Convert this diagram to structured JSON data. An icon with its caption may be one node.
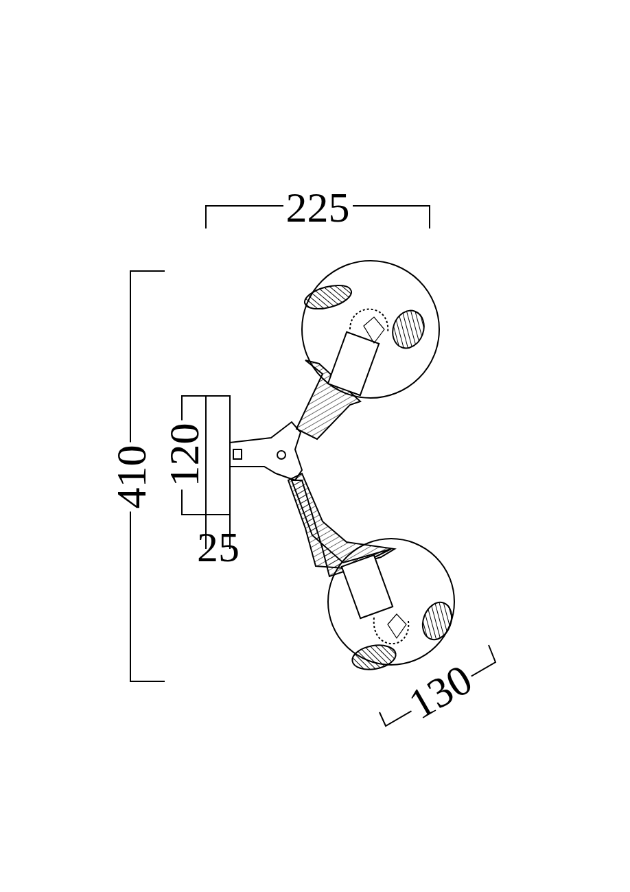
{
  "diagram": {
    "labels": [
      "225",
      "410",
      "120",
      "25",
      "130"
    ]
  }
}
